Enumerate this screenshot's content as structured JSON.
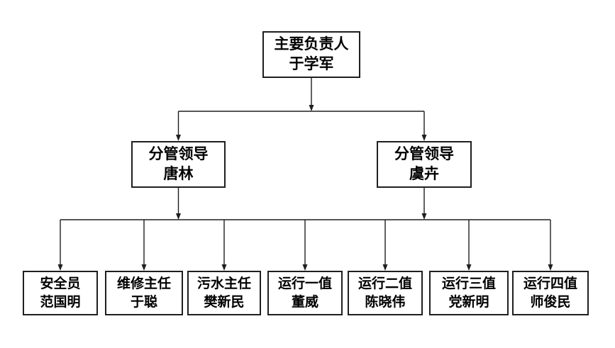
{
  "diagram": {
    "type": "org-chart",
    "colors": {
      "background": "#ffffff",
      "line": "#1f1f1f",
      "box_border": "#1f1f1f",
      "text": "#000000"
    },
    "nodes": {
      "root": {
        "role": "主要负责人",
        "name": "于学军"
      },
      "leaders": [
        {
          "role": "分管领导",
          "name": "唐林"
        },
        {
          "role": "分管领导",
          "name": "虞卉"
        }
      ],
      "staff": [
        {
          "role": "安全员",
          "name": "范国明"
        },
        {
          "role": "维修主任",
          "name": "于聪"
        },
        {
          "role": "污水主任",
          "name": "樊新民"
        },
        {
          "role": "运行一值",
          "name": "董威"
        },
        {
          "role": "运行二值",
          "name": "陈晓伟"
        },
        {
          "role": "运行三值",
          "name": "党新明"
        },
        {
          "role": "运行四值",
          "name": "师俊民"
        }
      ]
    }
  }
}
